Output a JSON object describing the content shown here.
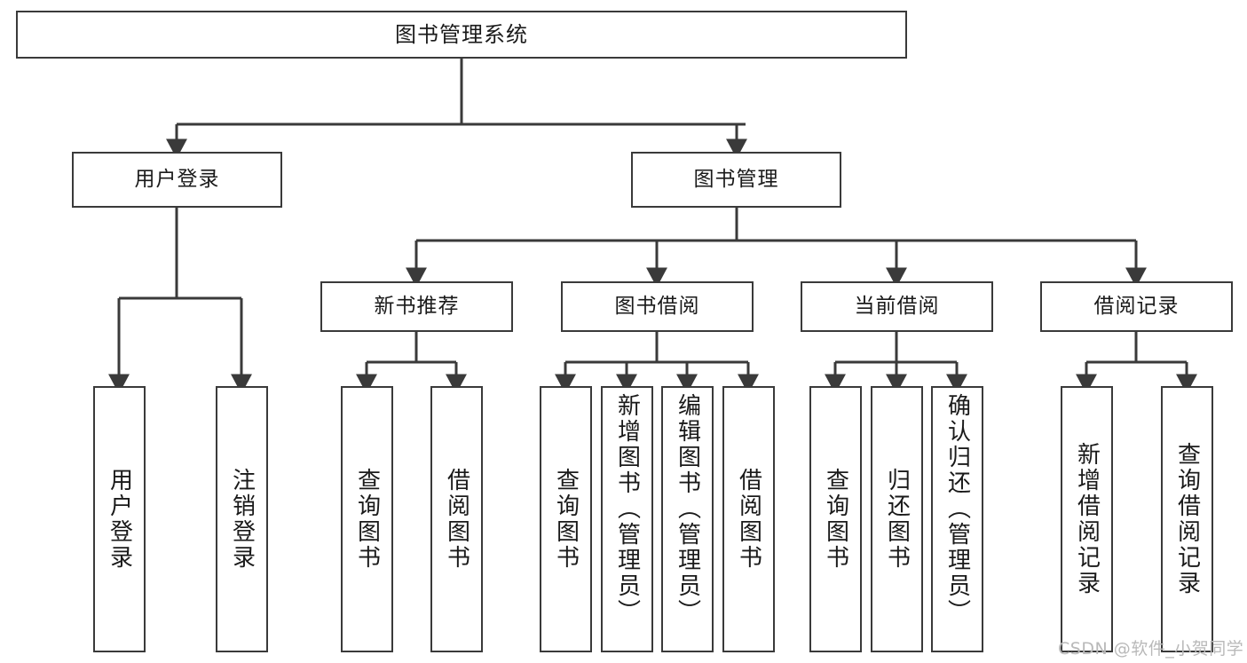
{
  "diagram": {
    "title_node": {
      "label": "图书管理系统"
    },
    "level2": [
      {
        "id": "user-login",
        "label": "用户登录"
      },
      {
        "id": "book-manage",
        "label": "图书管理"
      }
    ],
    "level3": [
      {
        "id": "new-book-recommend",
        "label": "新书推荐"
      },
      {
        "id": "book-borrow",
        "label": "图书借阅"
      },
      {
        "id": "current-borrow",
        "label": "当前借阅"
      },
      {
        "id": "borrow-record",
        "label": "借阅记录"
      }
    ],
    "leaves": [
      {
        "id": "leaf-user-login",
        "label": "用户登录",
        "parent": "user-login"
      },
      {
        "id": "leaf-user-logout",
        "label": "注销登录",
        "parent": "user-login"
      },
      {
        "id": "leaf-query-book-1",
        "label": "查询图书",
        "parent": "new-book-recommend"
      },
      {
        "id": "leaf-borrow-book-1",
        "label": "借阅图书",
        "parent": "new-book-recommend"
      },
      {
        "id": "leaf-query-book-2",
        "label": "查询图书",
        "parent": "book-borrow"
      },
      {
        "id": "leaf-add-book",
        "label": "新增图书（管理员）",
        "parent": "book-borrow"
      },
      {
        "id": "leaf-edit-book",
        "label": "编辑图书（管理员）",
        "parent": "book-borrow"
      },
      {
        "id": "leaf-borrow-book-2",
        "label": "借阅图书",
        "parent": "book-borrow"
      },
      {
        "id": "leaf-query-book-3",
        "label": "查询图书",
        "parent": "current-borrow"
      },
      {
        "id": "leaf-return-book",
        "label": "归还图书",
        "parent": "current-borrow"
      },
      {
        "id": "leaf-confirm-return",
        "label": "确认归还（管理员）",
        "parent": "current-borrow"
      },
      {
        "id": "leaf-add-record",
        "label": "新增借阅记录",
        "parent": "borrow-record"
      },
      {
        "id": "leaf-query-record",
        "label": "查询借阅记录",
        "parent": "borrow-record"
      }
    ],
    "watermark": "CSDN @软件_小贺同学",
    "colors": {
      "stroke": "#3a3a3a",
      "node_fill": "#ffffff",
      "text": "#1a1a1a",
      "watermark": "#b9b9b9",
      "background": "#ffffff"
    }
  }
}
